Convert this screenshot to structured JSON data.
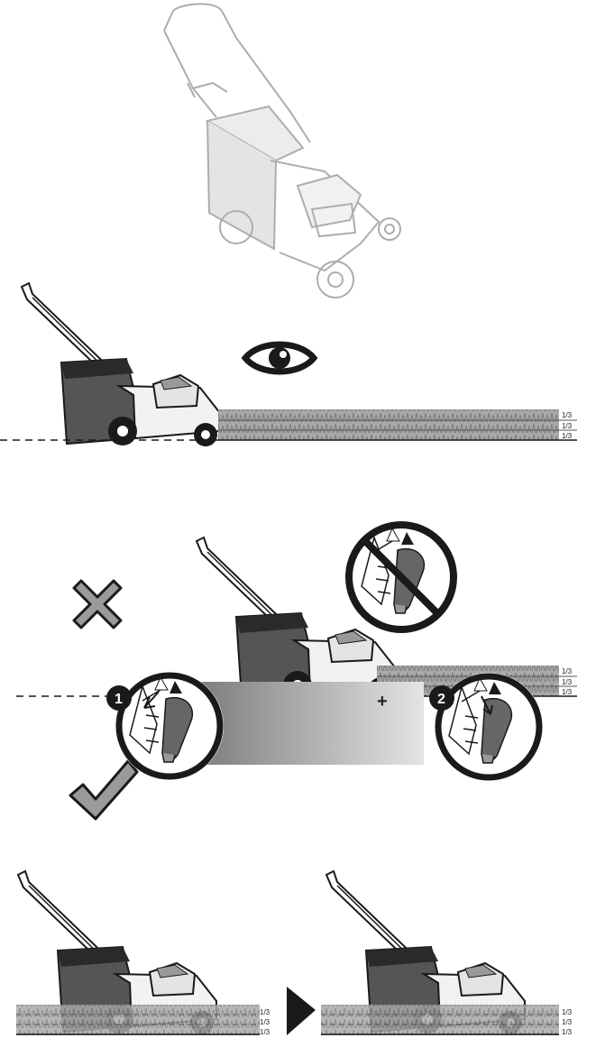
{
  "fractions": [
    "1/3",
    "1/3",
    "1/3"
  ],
  "steps": [
    "1",
    "2"
  ],
  "plus": "+",
  "icons": {
    "eye": "eye-icon",
    "cross": "cross-icon",
    "check": "check-icon",
    "arrow": "next-arrow-icon",
    "no": "prohibited-icon"
  },
  "colors": {
    "ink": "#1a1a1a",
    "grass": "#9a9a9a",
    "ghost": "#b8b8b8"
  }
}
